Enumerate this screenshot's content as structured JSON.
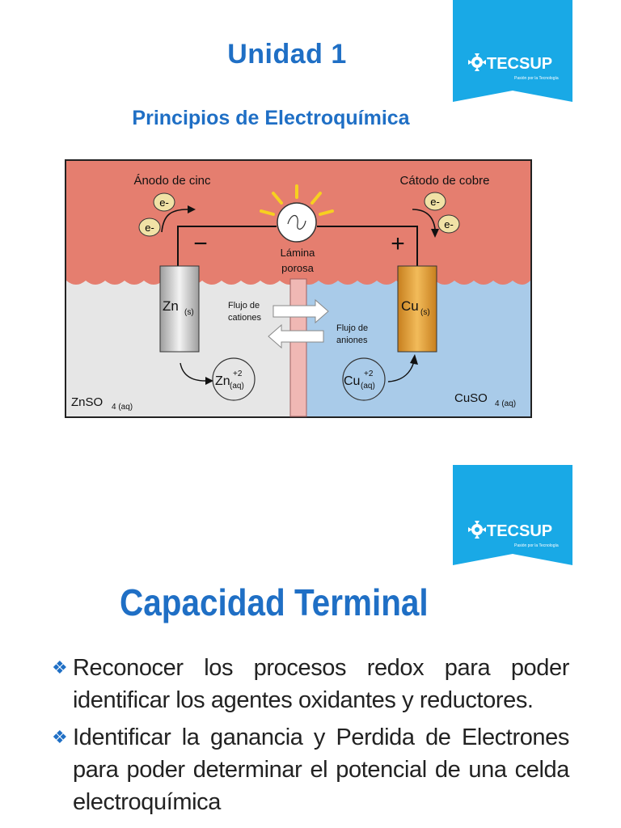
{
  "slide1": {
    "title": "Unidad 1",
    "subtitle": "Principios de Electroquímica",
    "logo_text": "TECSUP",
    "logo_tagline": "Pasión por la Tecnología",
    "diagram": {
      "anode_label": "Ánodo de cinc",
      "cathode_label": "Cátodo de cobre",
      "electron": "e-",
      "minus": "−",
      "plus": "+",
      "membrane_line1": "Lámina",
      "membrane_line2": "porosa",
      "zn_electrode": "Zn",
      "zn_sub": "(s)",
      "cu_electrode": "Cu",
      "cu_sub": "(s)",
      "cation_flow_1": "Flujo de",
      "cation_flow_2": "cationes",
      "anion_flow_1": "Flujo de",
      "anion_flow_2": "aniones",
      "zn_ion": "Zn",
      "cu_ion": "Cu",
      "ion_charge": "+2",
      "ion_state": "(aq)",
      "left_solution": "ZnSO",
      "left_sub": "4 (aq)",
      "right_solution": "CuSO",
      "right_sub": "4 (aq)",
      "colors": {
        "air": "#e57e6f",
        "left_solution": "#e6e6e6",
        "right_solution": "#a9cbe9",
        "membrane": "#f0b8b4",
        "copper": "#e6a33a",
        "zinc": "#c8c8c8"
      }
    }
  },
  "slide2": {
    "title": "Capacidad Terminal",
    "bullet_symbol": "❖",
    "bullets": [
      "Reconocer los procesos redox para poder identificar los agentes oxidantes y reductores.",
      "Identificar la ganancia y Perdida de Electrones para poder determinar el potencial de una celda electroquímica"
    ]
  },
  "brand_color": "#19a9e6"
}
